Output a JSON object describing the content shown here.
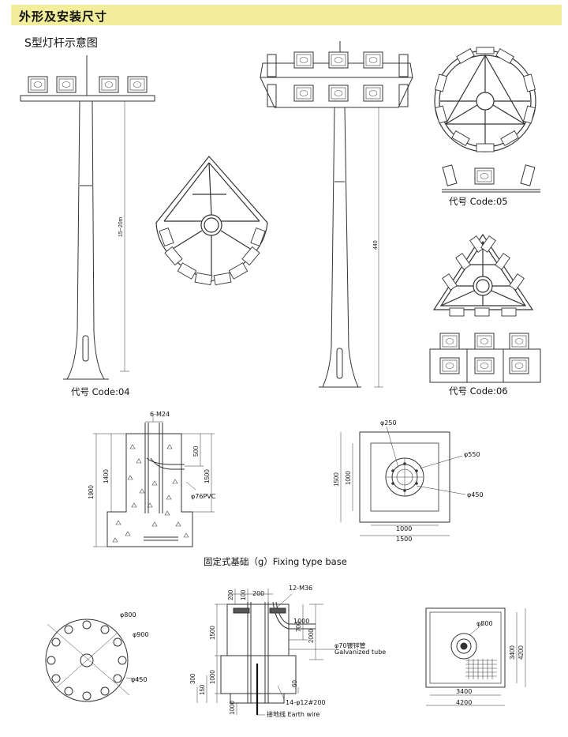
{
  "header": {
    "title": "外形及安装尺寸",
    "subtitle": "S型灯杆示意图"
  },
  "codes": {
    "c04": "代号 Code:04",
    "c05": "代号 Code:05",
    "c06": "代号 Code:06"
  },
  "poles": {
    "height_04": "15~20m",
    "height_06": "440"
  },
  "fixing_base": {
    "caption": "固定式基础（g）Fixing type base",
    "bolts": "6-M24",
    "h1900": "1900",
    "h1400": "1400",
    "h500": "500",
    "h1500": "1500",
    "pvc": "φ76PVC",
    "d250": "φ250",
    "d550": "φ550",
    "d450": "φ450",
    "side1500": "1500",
    "side1000": "1000",
    "w1000": "1000",
    "w1500": "1500"
  },
  "bottom_plate": {
    "d800": "φ800",
    "d900": "φ900",
    "d450": "φ450"
  },
  "section": {
    "d200a": "200",
    "d100": "100",
    "d200b": "200",
    "bolts12": "12-M36",
    "v1500": "1500",
    "v1000": "1000",
    "v700": "700",
    "v2000": "2000",
    "v1000b": "1000",
    "v300": "300",
    "v150": "150",
    "v60": "60",
    "v1000c": "1000",
    "tube_cn": "φ70镀锌管",
    "tube_en": "Galvanized tube",
    "rebar": "14-φ12#200",
    "earth": "接地线 Earth wire"
  },
  "plan_big": {
    "d800": "φ800",
    "v3400": "3400",
    "v4200": "4200",
    "h3400": "3400",
    "h4200": "4200"
  }
}
